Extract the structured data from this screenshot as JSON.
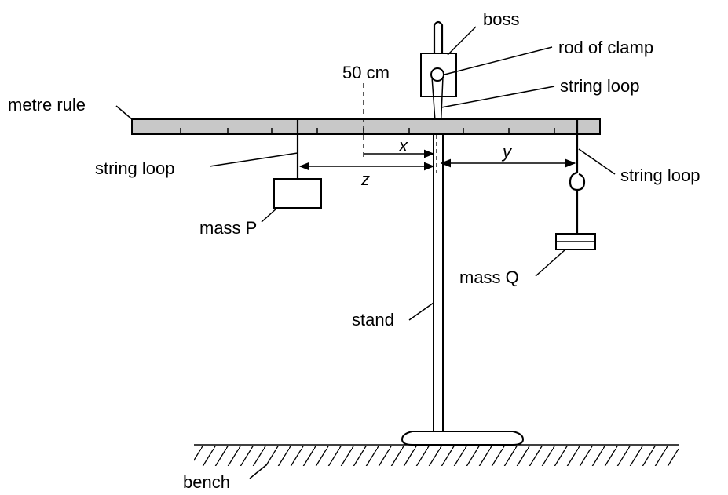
{
  "labels": {
    "boss": "boss",
    "rod_of_clamp": "rod of clamp",
    "mark_50cm": "50 cm",
    "string_loop_top": "string loop",
    "metre_rule": "metre rule",
    "string_loop_left": "string loop",
    "string_loop_right": "string loop",
    "x": "x",
    "y": "y",
    "z": "z",
    "mass_p": "mass P",
    "mass_q": "mass Q",
    "stand": "stand",
    "bench": "bench"
  },
  "colors": {
    "rule_fill": "#c8c8c8",
    "line": "#000000",
    "background": "#ffffff"
  }
}
